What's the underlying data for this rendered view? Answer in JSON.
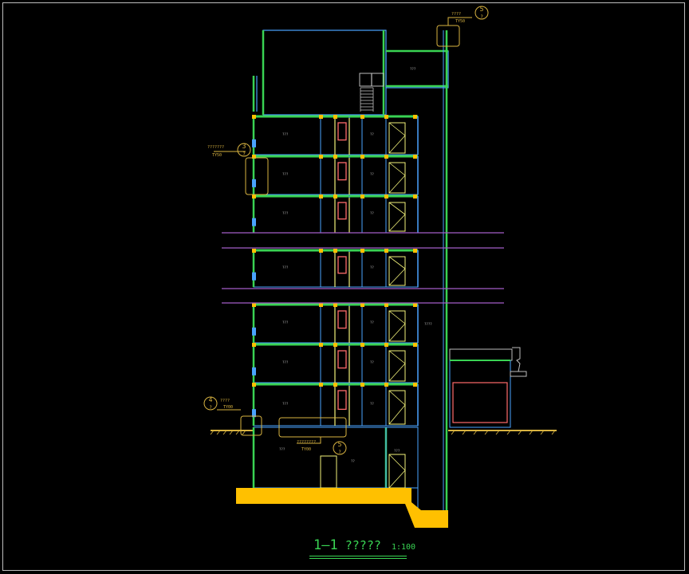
{
  "drawing": {
    "title_number": "1—1",
    "title_text": "?????",
    "scale": "1:100",
    "room_label": "???",
    "room_label_alt": "??",
    "room_label_right": "????",
    "detail_callouts": [
      {
        "id": "top-right",
        "number": "5",
        "sheet": "?",
        "note": "????",
        "ref": "TY50"
      },
      {
        "id": "left-upper",
        "number": "3",
        "sheet": "?",
        "note": "???????",
        "ref": "TY50"
      },
      {
        "id": "left-lower",
        "number": "4",
        "sheet": "?",
        "note": "????",
        "ref": "TY00"
      },
      {
        "id": "bottom-mid",
        "number": "5",
        "sheet": "?",
        "note": "????????",
        "ref": "TY00"
      }
    ],
    "colors": {
      "background": "#000000",
      "wall_green": "#39d353",
      "wall_blue": "#4aa3ff",
      "window_yellow": "#f2f27a",
      "door_red": "#ff6b6b",
      "break_line": "#a35cc8",
      "foundation": "#ffc000",
      "annotation": "#d8b341"
    }
  }
}
